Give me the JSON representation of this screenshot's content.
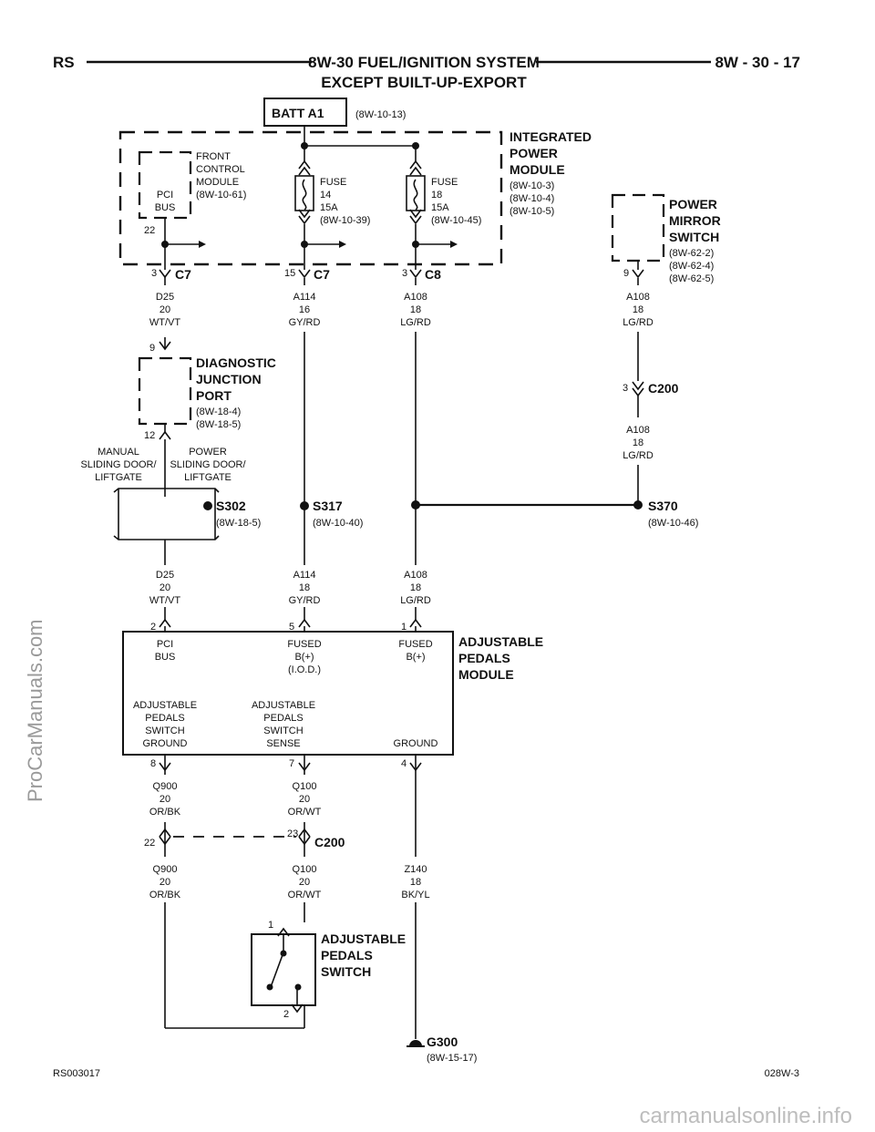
{
  "header": {
    "left": "RS",
    "title_line1": "8W-30 FUEL/IGNITION SYSTEM",
    "title_line2": "EXCEPT BUILT-UP-EXPORT",
    "right": "8W - 30 - 17"
  },
  "batt": {
    "label": "BATT A1",
    "ref": "(8W-10-13)"
  },
  "ipm": {
    "title": [
      "INTEGRATED",
      "POWER",
      "MODULE"
    ],
    "refs": [
      "(8W-10-3)",
      "(8W-10-4)",
      "(8W-10-5)"
    ]
  },
  "fcm": {
    "title": [
      "FRONT",
      "CONTROL",
      "MODULE",
      "(8W-10-61)"
    ],
    "pin_label": [
      "PCI",
      "BUS"
    ],
    "pin": "22"
  },
  "fuse14": {
    "lines": [
      "FUSE",
      "14",
      "15A",
      "(8W-10-39)"
    ]
  },
  "fuse18": {
    "lines": [
      "FUSE",
      "18",
      "15A",
      "(8W-10-45)"
    ]
  },
  "pms": {
    "title": [
      "POWER",
      "MIRROR",
      "SWITCH"
    ],
    "refs": [
      "(8W-62-2)",
      "(8W-62-4)",
      "(8W-62-5)"
    ],
    "pin": "9"
  },
  "connectors": {
    "c7a": {
      "pin": "3",
      "name": "C7"
    },
    "c7b": {
      "pin": "15",
      "name": "C7"
    },
    "c8": {
      "pin": "3",
      "name": "C8"
    },
    "c200a": {
      "pin": "3",
      "name": "C200"
    },
    "c200b": {
      "pin_left": "22",
      "pin_right": "23",
      "name": "C200"
    }
  },
  "wires": {
    "d25_top": [
      "D25",
      "20",
      "WT/VT"
    ],
    "a114_top": [
      "A114",
      "16",
      "GY/RD"
    ],
    "a108_top": [
      "A108",
      "18",
      "LG/RD"
    ],
    "a108_pms": [
      "A108",
      "18",
      "LG/RD"
    ],
    "a108_c200": [
      "A108",
      "18",
      "LG/RD"
    ],
    "d25_bot": [
      "D25",
      "20",
      "WT/VT"
    ],
    "a114_bot": [
      "A114",
      "18",
      "GY/RD"
    ],
    "a108_bot": [
      "A108",
      "18",
      "LG/RD"
    ],
    "q900_top": [
      "Q900",
      "20",
      "OR/BK"
    ],
    "q100_top": [
      "Q100",
      "20",
      "OR/WT"
    ],
    "q900_bot": [
      "Q900",
      "20",
      "OR/BK"
    ],
    "q100_bot": [
      "Q100",
      "20",
      "OR/WT"
    ],
    "z140": [
      "Z140",
      "18",
      "BK/YL"
    ]
  },
  "djp": {
    "title": [
      "DIAGNOSTIC",
      "JUNCTION",
      "PORT"
    ],
    "refs": [
      "(8W-18-4)",
      "(8W-18-5)"
    ],
    "pin_top": "9",
    "pin_bot": "12"
  },
  "options": {
    "manual": [
      "MANUAL",
      "SLIDING DOOR/",
      "LIFTGATE"
    ],
    "power": [
      "POWER",
      "SLIDING DOOR/",
      "LIFTGATE"
    ]
  },
  "splices": {
    "s302": {
      "name": "S302",
      "ref": "(8W-18-5)"
    },
    "s317": {
      "name": "S317",
      "ref": "(8W-10-40)"
    },
    "s370": {
      "name": "S370",
      "ref": "(8W-10-46)"
    }
  },
  "apm": {
    "title": [
      "ADJUSTABLE",
      "PEDALS",
      "MODULE"
    ],
    "pins_top": [
      "2",
      "5",
      "1"
    ],
    "pci": [
      "PCI",
      "BUS"
    ],
    "fused_iod": [
      "FUSED",
      "B(+)",
      "(I.O.D.)"
    ],
    "fused": [
      "FUSED",
      "B(+)"
    ],
    "sw_ground": [
      "ADJUSTABLE",
      "PEDALS",
      "SWITCH",
      "GROUND"
    ],
    "sw_sense": [
      "ADJUSTABLE",
      "PEDALS",
      "SWITCH",
      "SENSE"
    ],
    "ground": [
      "GROUND"
    ],
    "pins_bot": [
      "8",
      "7",
      "4"
    ]
  },
  "aps": {
    "title": [
      "ADJUSTABLE",
      "PEDALS",
      "SWITCH"
    ],
    "pin_top": "1",
    "pin_bot": "2"
  },
  "g300": {
    "name": "G300",
    "ref": "(8W-15-17)"
  },
  "footer": {
    "left": "RS003017",
    "right": "028W-3"
  },
  "watermarks": {
    "side": "ProCarManuals.com",
    "bottom": "carmanualsonline.info"
  }
}
